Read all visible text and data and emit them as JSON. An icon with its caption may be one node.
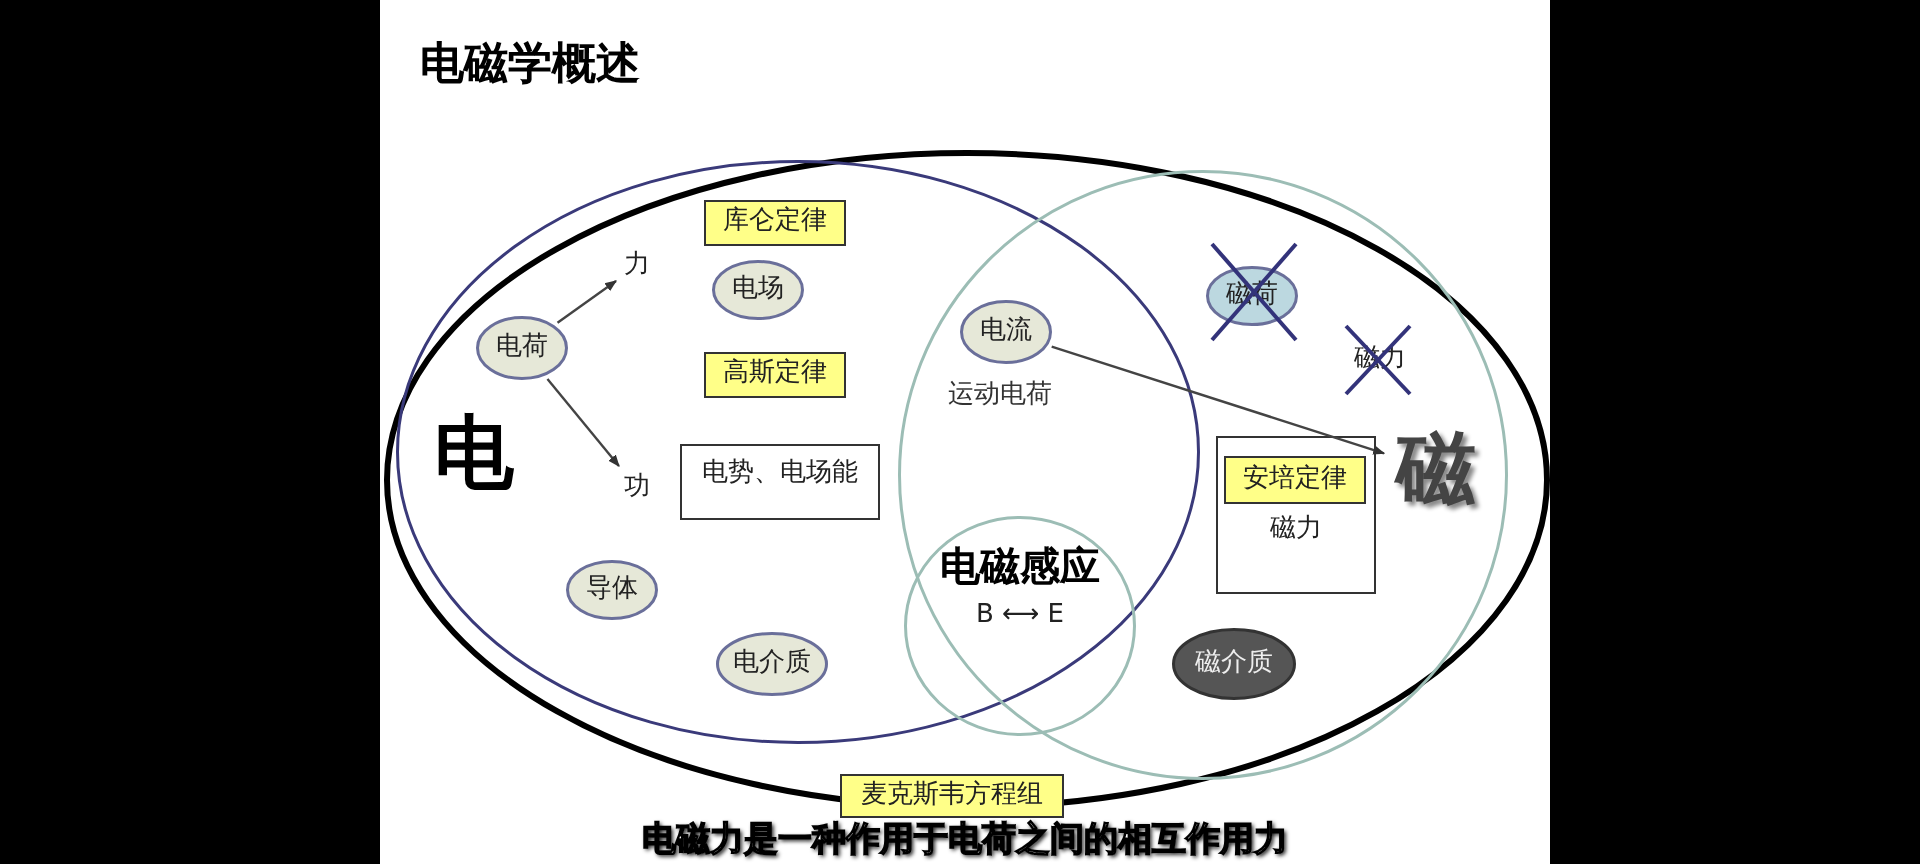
{
  "diagram": {
    "title": "电磁学概述",
    "nodes": [
      {
        "text": [],
        "shape": "ellipse"
      },
      {
        "text": [],
        "shape": "ellipse",
        "in": 0
      },
      {
        "text": [],
        "shape": "circle",
        "in": 0
      },
      {
        "text": [
          "电"
        ],
        "in": 1
      },
      {
        "text": [
          "磁"
        ],
        "in": 2
      },
      {
        "text": [
          "电荷"
        ],
        "in": 1
      },
      {
        "text": [
          "力"
        ],
        "in": 1
      },
      {
        "text": [
          "功"
        ],
        "in": 1
      },
      {
        "text": [
          "库仑定律"
        ],
        "in": 1
      },
      {
        "text": [
          "电场"
        ],
        "in": 1
      },
      {
        "text": [
          "高斯定律"
        ],
        "in": 1
      },
      {
        "text": [
          "电势、电场能"
        ],
        "in": 1
      },
      {
        "text": [
          "导体"
        ],
        "in": 1
      },
      {
        "text": [
          "电介质"
        ],
        "in": 1
      },
      {
        "text": [
          "电流"
        ],
        "beside": [
          "运动电荷"
        ]
      },
      {
        "text": [
          "电磁感应",
          "B ⟷ E"
        ]
      },
      {
        "text": [
          "磁荷"
        ],
        "in": 2
      },
      {
        "text": [
          "磁力"
        ],
        "in": 2
      },
      {
        "text": [
          "磁力"
        ],
        "in": 2
      },
      {
        "text": [
          "安培定律"
        ],
        "in": 18
      },
      {
        "text": [
          "磁介质"
        ],
        "in": 2
      },
      {
        "text": [
          "麦克斯韦方程组"
        ]
      }
    ],
    "edges": [
      {
        "from": 5,
        "to": 6,
        "arrow": "to"
      },
      {
        "from": 5,
        "to": 7,
        "arrow": "to"
      },
      {
        "from": 14,
        "to": 4,
        "arrow": "to"
      }
    ],
    "labels": [
      "电磁力是一种作用于电荷之间的相互作用力"
    ]
  }
}
